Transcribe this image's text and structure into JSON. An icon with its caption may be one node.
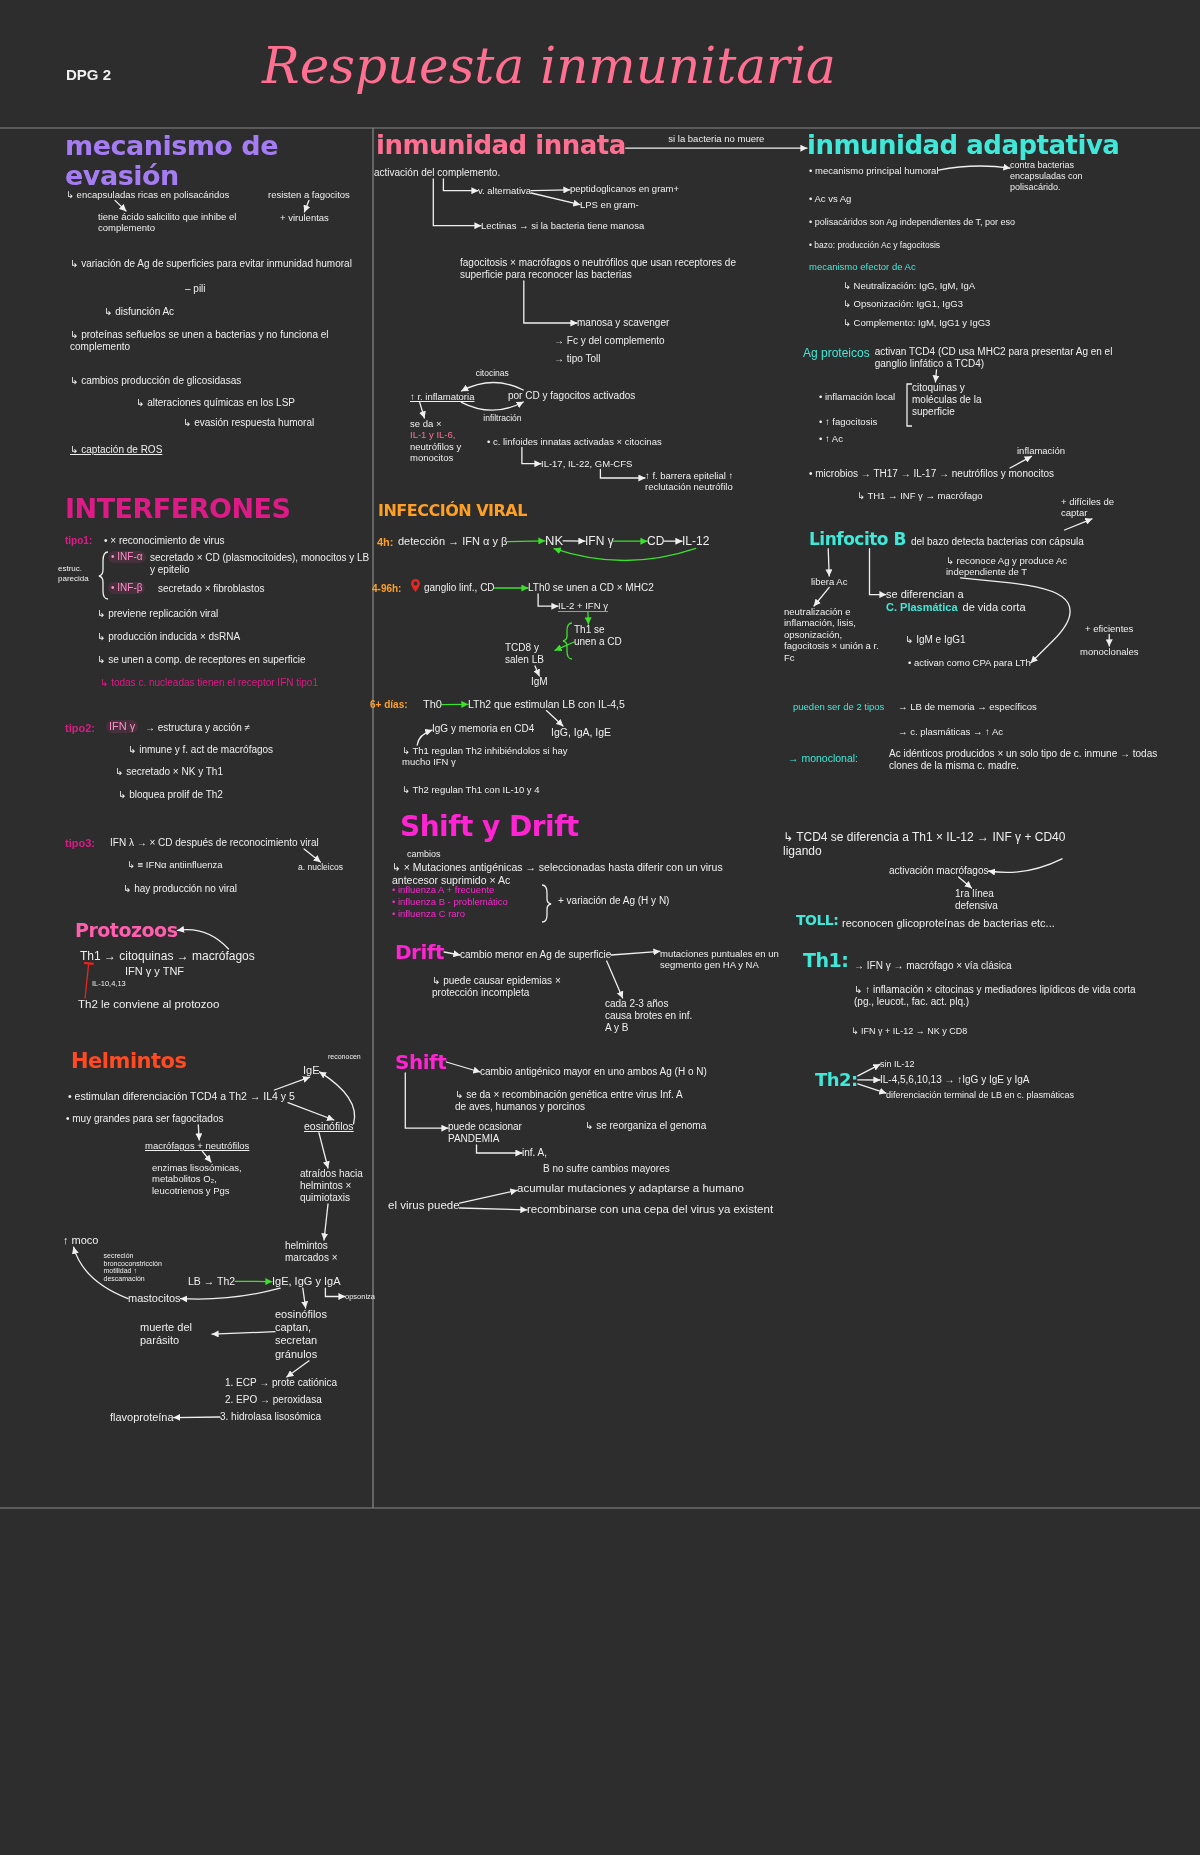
{
  "diagram": {
    "title": "Respuesta inmunitaria",
    "nodes": [
      {
        "text": [
          "↳ encapsuladas ricas en polisacáridos"
        ]
      },
      {
        "text": [
          "resisten a fagocitos"
        ]
      },
      {
        "text": [
          "tiene ácido salicilito que inhibe el complemento"
        ]
      },
      {
        "text": [
          "+ virulentas"
        ]
      },
      {
        "text": [
          "IFN λ → × CD después de reconocimiento viral"
        ]
      },
      {
        "text": [
          "a. nucleicos"
        ]
      },
      {
        "text": [
          "Protozoos"
        ]
      },
      {
        "text": [
          "Th1 → citoquinas → macrófagos"
        ]
      },
      {
        "text": [
          "Th2 le conviene al protozoo"
        ]
      },
      {
        "text": [
          "IgE"
        ]
      },
      {
        "text": [
          "• estimulan diferenciación TCD4 a Th2 → IL4 y 5"
        ]
      },
      {
        "text": [
          "• muy grandes para ser fagocitados"
        ]
      },
      {
        "text": [
          "eosinófilos"
        ]
      },
      {
        "text": [
          "macrófagos + neutrófilos"
        ]
      },
      {
        "text": [
          "enzimas lisosómicas, metabolitos O₂, leucotrienos y Pgs"
        ]
      },
      {
        "text": [
          "atraídos hacia helmintos × quimiotaxis"
        ]
      },
      {
        "text": [
          "↑ moco"
        ]
      },
      {
        "text": [
          "helmintos marcados ×"
        ]
      },
      {
        "text": [
          "LB → Th2"
        ]
      },
      {
        "text": [
          "IgE, IgG y IgA"
        ]
      },
      {
        "text": [
          "mastocitos"
        ]
      },
      {
        "text": [
          "opsoniza"
        ]
      },
      {
        "text": [
          "eosinófilos captan, secretan gránulos"
        ]
      },
      {
        "text": [
          "muerte del parásito"
        ]
      },
      {
        "text": [
          "1. ECP → prote catiónica"
        ]
      },
      {
        "text": [
          "flavoproteína"
        ]
      },
      {
        "text": [
          "3. hidrolasa lisosómica"
        ]
      },
      {
        "text": [
          "inmunidad innata"
        ]
      },
      {
        "text": [
          "inmunidad adaptativa"
        ]
      },
      {
        "text": [
          "activación del complemento."
        ]
      },
      {
        "text": [
          "v. alternativa"
        ]
      },
      {
        "text": [
          "peptidoglicanos en gram+"
        ]
      },
      {
        "text": [
          "LPS en gram-"
        ]
      },
      {
        "text": [
          "Lectinas → si la bacteria tiene manosa"
        ]
      },
      {
        "text": [
          "fagocitosis × macrófagos o neutrófilos que usan receptores de superficie para reconocer las bacterias"
        ]
      },
      {
        "text": [
          "manosa y scavenger"
        ]
      },
      {
        "text": [
          "↑ r. inflamatoria"
        ]
      },
      {
        "text": [
          "por CD y fagocitos activados"
        ]
      },
      {
        "text": [
          "se da ×",
          "IL-1 y IL-6,",
          "neutrófilos y monocitos"
        ]
      },
      {
        "text": [
          "• c. linfoides innatas activadas × citocinas"
        ]
      },
      {
        "text": [
          "IL-17, IL-22, GM-CFS"
        ]
      },
      {
        "text": [
          "↑ f. barrera epitelial ↑ reclutación neutrófilo"
        ]
      },
      {
        "text": [
          "detección → IFN α y β"
        ]
      },
      {
        "text": [
          "NK"
        ]
      },
      {
        "text": [
          "IFN γ"
        ]
      },
      {
        "text": [
          "CD"
        ]
      },
      {
        "text": [
          "IL-12"
        ]
      },
      {
        "text": [
          "ganglio linf., CD"
        ]
      },
      {
        "text": [
          "LTh0 se unen a CD × MHC2"
        ]
      },
      {
        "text": [
          "IL-2 + IFN γ"
        ]
      },
      {
        "text": [
          "Th1 se unen a CD"
        ]
      },
      {
        "text": [
          "TCD8 y salen LB"
        ]
      },
      {
        "text": [
          "IgM"
        ]
      },
      {
        "text": [
          "Th0"
        ]
      },
      {
        "text": [
          "LTh2 que estimulan LB con IL-4,5"
        ]
      },
      {
        "text": [
          "IgG y memoria en CD4"
        ]
      },
      {
        "text": [
          "IgG, IgA, IgE"
        ]
      },
      {
        "text": [
          "↳ Th1 regulan Th2 inhibiéndolos si hay mucho IFN γ"
        ]
      },
      {
        "text": [
          "Drift"
        ]
      },
      {
        "text": [
          "cambio menor en Ag de superficie"
        ]
      },
      {
        "text": [
          "mutaciones puntuales en un segmento gen HA y NA"
        ]
      },
      {
        "text": [
          "cada 2-3 años causa brotes en inf. A y B"
        ]
      },
      {
        "text": [
          "Shift"
        ]
      },
      {
        "text": [
          "cambio antigénico mayor en uno ambos Ag (H o N)"
        ]
      },
      {
        "text": [
          "puede ocasionar PANDEMIA"
        ]
      },
      {
        "text": [
          "inf. A,"
        ]
      },
      {
        "text": [
          "el virus puede"
        ]
      },
      {
        "text": [
          "acumular mutaciones y adaptarse a humano"
        ]
      },
      {
        "text": [
          "recombinarse con una cepa del virus ya existent"
        ]
      },
      {
        "text": [
          "• mecanismo principal humoral"
        ]
      },
      {
        "text": [
          "contra bacterias encapsuladas con polisacárido."
        ]
      },
      {
        "text": [
          "Ag proteicos",
          "activan TCD4 (CD usa MHC2 para presentar Ag en el ganglio linfático a TCD4)"
        ]
      },
      {
        "text": [
          "citoquinas y moléculas de la superficie"
        ]
      },
      {
        "text": [
          "inflamación"
        ]
      },
      {
        "text": [
          "• microbios → TH17 → IL-17 → neutrófilos y monocitos"
        ]
      },
      {
        "text": [
          "+ difíciles de captar"
        ]
      },
      {
        "text": [
          "Linfocito B",
          "del bazo detecta bacterias con cápsula"
        ]
      },
      {
        "text": [
          "↳ reconoce Ag y produce Ac independiente de T"
        ]
      },
      {
        "text": [
          "libera Ac"
        ]
      },
      {
        "text": [
          "se diferencian a",
          "C. Plasmática",
          "de vida corta"
        ]
      },
      {
        "text": [
          "neutralización e inflamación, lisis, opsonización, fagocitosis × unión a r. Fc"
        ]
      },
      {
        "text": [
          "• activan como CPA para LTh"
        ]
      },
      {
        "text": [
          "+ eficientes"
        ]
      },
      {
        "text": [
          "monoclonales"
        ]
      },
      {
        "text": [
          "↳ TCD4 se diferencia a Th1 × IL-12 → INF γ + CD40 ligando"
        ]
      },
      {
        "text": [
          "activación macrófagos"
        ]
      },
      {
        "text": [
          "1ra línea defensiva"
        ]
      },
      {
        "text": [
          "Th2:"
        ]
      },
      {
        "text": [
          "sin IL-12"
        ]
      },
      {
        "text": [
          "IL-4,5,6,10,13 → ↑IgG y IgE y IgA"
        ]
      },
      {
        "text": [
          "diferenciación terminal de LB en c. plasmáticas"
        ]
      }
    ],
    "edges": [
      {
        "from": 0,
        "to": 2,
        "arrow": "to"
      },
      {
        "from": 1,
        "to": 3,
        "arrow": "to"
      },
      {
        "from": 4,
        "to": 5,
        "arrow": "to"
      },
      {
        "from": 7,
        "to": 6,
        "arrow": "to"
      },
      {
        "from": 8,
        "to": 7,
        "arrow": "other",
        "label": "IL-10,4,13",
        "color": "#e8251f"
      },
      {
        "from": 10,
        "to": 9,
        "arrow": "to"
      },
      {
        "from": 10,
        "to": 12,
        "arrow": "to"
      },
      {
        "from": 12,
        "to": 9,
        "arrow": "to",
        "label": "reconocen"
      },
      {
        "from": 11,
        "to": 13,
        "arrow": "to"
      },
      {
        "from": 13,
        "to": 14,
        "arrow": "to"
      },
      {
        "from": 12,
        "to": 15,
        "arrow": "to"
      },
      {
        "from": 15,
        "to": 17,
        "arrow": "to"
      },
      {
        "from": 18,
        "to": 19,
        "arrow": "to",
        "color": "#3de02c"
      },
      {
        "from": 19,
        "to": 20,
        "arrow": "to"
      },
      {
        "from": 20,
        "to": 16,
        "arrow": "to",
        "label": "secreción broncoconstricción motilidad ↑ descamación"
      },
      {
        "from": 19,
        "to": 21,
        "arrow": "to"
      },
      {
        "from": 19,
        "to": 22,
        "arrow": "to"
      },
      {
        "from": 22,
        "to": 23,
        "arrow": "to"
      },
      {
        "from": 22,
        "to": 24,
        "arrow": "to"
      },
      {
        "from": 26,
        "to": 25,
        "arrow": "to"
      },
      {
        "from": 27,
        "to": 28,
        "arrow": "to",
        "label": "si la bacteria no muere"
      },
      {
        "from": 29,
        "to": 30,
        "arrow": "to"
      },
      {
        "from": 29,
        "to": 33,
        "arrow": "to"
      },
      {
        "from": 30,
        "to": 31,
        "arrow": "to"
      },
      {
        "from": 30,
        "to": 32,
        "arrow": "to"
      },
      {
        "from": 34,
        "to": 35,
        "arrow": "to"
      },
      {
        "from": 37,
        "to": 36,
        "arrow": "to",
        "label": "citocinas"
      },
      {
        "from": 36,
        "to": 37,
        "arrow": "to",
        "label": "infiltración"
      },
      {
        "from": 36,
        "to": 38,
        "arrow": "to"
      },
      {
        "from": 39,
        "to": 40,
        "arrow": "to"
      },
      {
        "from": 40,
        "to": 41,
        "arrow": "to"
      },
      {
        "from": 42,
        "to": 43,
        "arrow": "to",
        "color": "#3de02c"
      },
      {
        "from": 43,
        "to": 44,
        "arrow": "to"
      },
      {
        "from": 44,
        "to": 45,
        "arrow": "to",
        "color": "#3de02c"
      },
      {
        "from": 45,
        "to": 46,
        "arrow": "to"
      },
      {
        "from": 46,
        "to": 43,
        "arrow": "to",
        "color": "#3de02c"
      },
      {
        "from": 47,
        "to": 48,
        "arrow": "to",
        "color": "#3de02c"
      },
      {
        "from": 48,
        "to": 49,
        "arrow": "to"
      },
      {
        "from": 49,
        "to": 50,
        "arrow": "to",
        "color": "#3de02c"
      },
      {
        "from": 50,
        "to": 51,
        "arrow": "to",
        "color": "#3de02c"
      },
      {
        "from": 51,
        "to": 52,
        "arrow": "to"
      },
      {
        "from": 53,
        "to": 54,
        "arrow": "to",
        "color": "#3de02c"
      },
      {
        "from": 54,
        "to": 56,
        "arrow": "to"
      },
      {
        "from": 57,
        "to": 55,
        "arrow": "to"
      },
      {
        "from": 58,
        "to": 59,
        "arrow": "to"
      },
      {
        "from": 59,
        "to": 60,
        "arrow": "to"
      },
      {
        "from": 59,
        "to": 61,
        "arrow": "to"
      },
      {
        "from": 62,
        "to": 63,
        "arrow": "to"
      },
      {
        "from": 62,
        "to": 64,
        "arrow": "to"
      },
      {
        "from": 64,
        "to": 65,
        "arrow": "to"
      },
      {
        "from": 66,
        "to": 67,
        "arrow": "to"
      },
      {
        "from": 66,
        "to": 68,
        "arrow": "to"
      },
      {
        "from": 69,
        "to": 70,
        "arrow": "to"
      },
      {
        "from": 71,
        "to": 72,
        "arrow": "to"
      },
      {
        "from": 74,
        "to": 73,
        "arrow": "to"
      },
      {
        "from": 76,
        "to": 75,
        "arrow": "to"
      },
      {
        "from": 76,
        "to": 78,
        "arrow": "to"
      },
      {
        "from": 78,
        "to": 80,
        "arrow": "to"
      },
      {
        "from": 76,
        "to": 79,
        "arrow": "to"
      },
      {
        "from": 77,
        "to": 81,
        "arrow": "to"
      },
      {
        "from": 82,
        "to": 83,
        "arrow": "to"
      },
      {
        "from": 84,
        "to": 85,
        "arrow": "to"
      },
      {
        "from": 85,
        "to": 86,
        "arrow": "to"
      },
      {
        "from": 87,
        "to": 88,
        "arrow": "to"
      },
      {
        "from": 87,
        "to": 89,
        "arrow": "to"
      },
      {
        "from": 87,
        "to": 90,
        "arrow": "to"
      }
    ],
    "labels": [
      "DPG 2",
      "mecanismo de evasión",
      "↳ variación de Ag de superficies para evitar inmunidad humoral",
      "– pili",
      "↳ disfunción Ac",
      "↳ proteínas señuelos se unen a bacterias y no funciona el complemento",
      "↳ cambios producción de glicosidasas",
      "↳ alteraciones químicas en los LSP",
      "↳ evasión respuesta humoral",
      "↳ captación de ROS",
      "INTERFERONES",
      "tipo1:",
      "• × reconocimiento de virus",
      "estruc. parecida",
      "• INF-α",
      "secretado × CD (plasmocitoides), monocitos y LB y epitelio",
      "• INF-β",
      "secretado × fibroblastos",
      "↳ previene replicación viral",
      "↳ producción inducida × dsRNA",
      "↳ se unen a comp. de receptores en superficie",
      "↳ todas c. nucleadas tienen el receptor IFN tipo1",
      "tipo2:",
      "IFN γ",
      "→ estructura y acción ≠",
      "↳ inmune y f. act de macrófagos",
      "↳ secretado × NK y Th1",
      "↳ bloquea prolif de Th2",
      "tipo3:",
      "↳ ≡ IFNα antiinfluenza",
      "↳ hay producción no viral",
      "IFN γ y TNF",
      "Helmintos",
      "2. EPO → peroxidasa",
      "→ Fc y del complemento",
      "→ tipo Toll",
      "INFECCIÓN VIRAL",
      "4h:",
      "4-96h:",
      "6+ días:",
      "↳ Th2 regulan Th1 con IL-10 y 4",
      "Shift y Drift",
      "cambios",
      "↳ × Mutaciones antigénicas → seleccionadas hasta diferir con un virus antecesor suprimido × Ac",
      "• influenza A + frecuente",
      "• influenza B - problemático",
      "• influenza C raro",
      "+ variación de Ag (H y N)",
      "↳ puede causar epidemias × protección incompleta",
      "↳ se da × recombinación genética entre virus Inf. A de aves, humanos y porcinos",
      "↳ se reorganiza el genoma",
      "B no sufre cambios mayores",
      "• Ac vs Ag",
      "• polisacáridos son Ag independientes de T, por eso",
      "• bazo: producción Ac y fagocitosis",
      "mecanismo efector de Ac",
      "↳ Neutralización: IgG, IgM, IgA",
      "↳ Opsonización: IgG1, IgG3",
      "↳ Complemento: IgM, IgG1 y IgG3",
      "• inflamación local",
      "• ↑ fagocitosis",
      "• ↑ Ac",
      "↳ TH1 → INF γ → macrófago",
      "↳ IgM e IgG1",
      "pueden ser de 2 tipos",
      "→ LB de memoria → específicos",
      "→ c. plasmáticas → ↑ Ac",
      "→ monoclonal:",
      "Ac idénticos producidos × un solo tipo de c. inmune → todas clones de la misma c. madre.",
      "TOLL:",
      "reconocen glicoproteínas de bacterias etc...",
      "Th1:",
      "→ IFN γ → macrófago × vía clásica",
      "↳ ↑ inflamación × citocinas y mediadores lipídicos de vida corta (pg., leucot., fac. act. plq.)",
      "↳ IFN γ + IL-12 → NK y CD8"
    ]
  }
}
